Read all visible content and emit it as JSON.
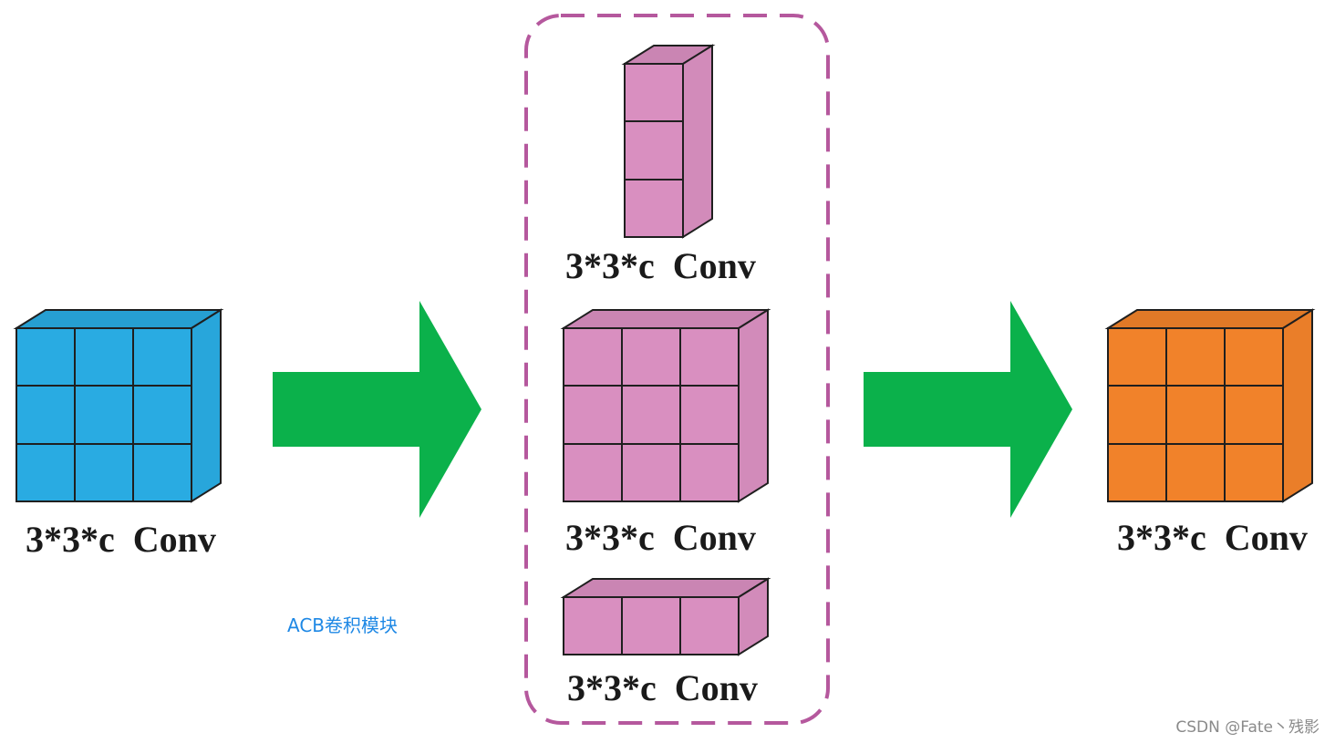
{
  "labels": {
    "input": "3*3*c  Conv",
    "branch_vertical": "3*3*c  Conv",
    "branch_square": "3*3*c  Conv",
    "branch_horizontal": "3*3*c  Conv",
    "output": "3*3*c  Conv"
  },
  "link_text": "ACB卷积模块",
  "watermark": "CSDN @Fate丶残影",
  "colors": {
    "input_cube": "#29abe2",
    "branch_cube": "#d98fc0",
    "output_cube": "#f1822a",
    "arrow": "#0bb14b",
    "dashed_box": "#b5589d"
  }
}
